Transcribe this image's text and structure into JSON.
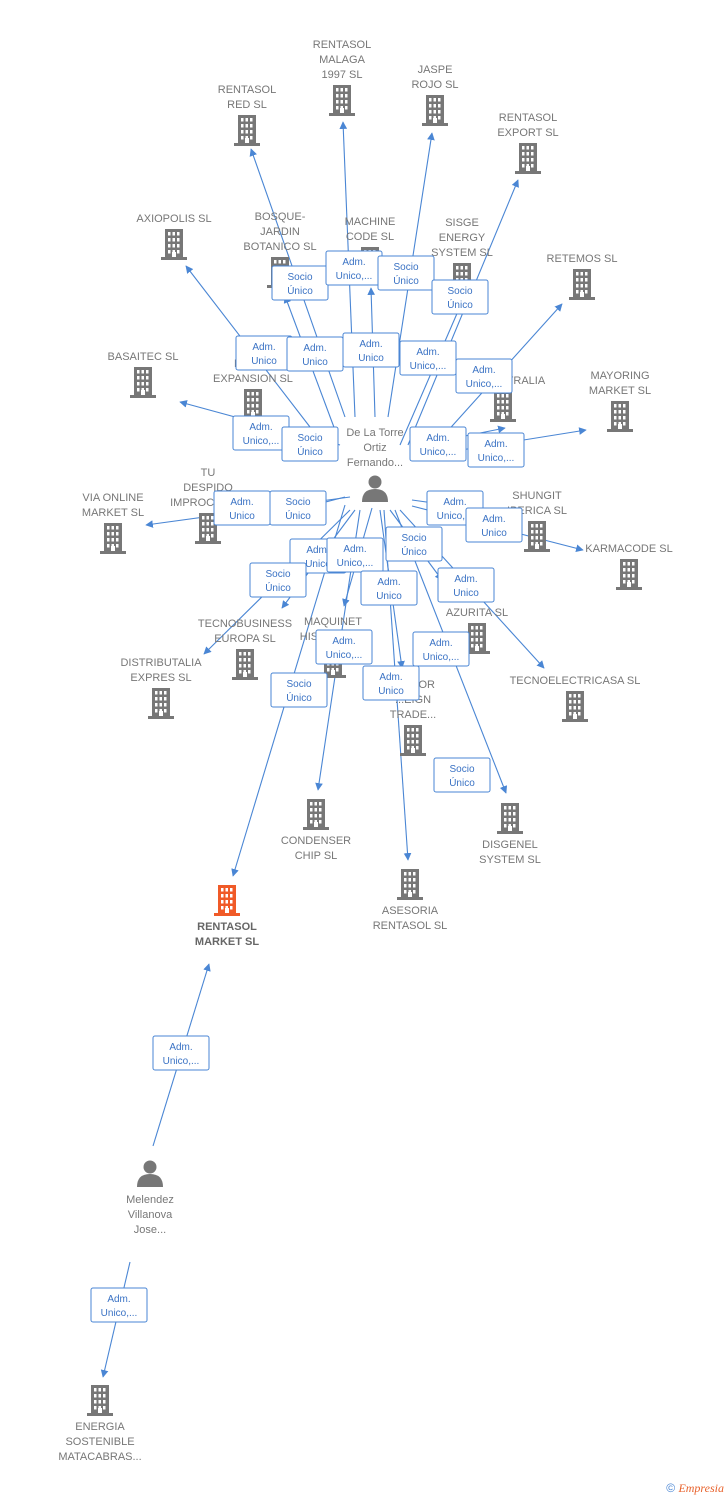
{
  "colors": {
    "edge": "#4a86d4",
    "building": "#777777",
    "focus": "#f05a28",
    "person": "#777777"
  },
  "companies": [
    {
      "id": "c_malaga",
      "lines": [
        "RENTASOL",
        "MALAGA",
        "1997  SL"
      ]
    },
    {
      "id": "c_jaspe",
      "lines": [
        "JASPE",
        "ROJO  SL"
      ]
    },
    {
      "id": "c_red",
      "lines": [
        "RENTASOL",
        "RED  SL"
      ]
    },
    {
      "id": "c_export",
      "lines": [
        "RENTASOL",
        "EXPORT  SL"
      ]
    },
    {
      "id": "c_axiopolis",
      "lines": [
        "AXIOPOLIS SL"
      ]
    },
    {
      "id": "c_bosque",
      "lines": [
        "BOSQUE-",
        "JARDIN",
        "BOTANICO SL"
      ]
    },
    {
      "id": "c_machine",
      "lines": [
        "MACHINE",
        "CODE SL"
      ]
    },
    {
      "id": "c_sisge",
      "lines": [
        "SISGE",
        "ENERGY",
        "SYSTEM  SL"
      ]
    },
    {
      "id": "c_retemos",
      "lines": [
        "RETEMOS  SL"
      ]
    },
    {
      "id": "c_basaitec",
      "lines": [
        "BASAITEC  SL"
      ]
    },
    {
      "id": "c_expansion",
      "lines": [
        "RENT...",
        "EXPANSION  SL"
      ]
    },
    {
      "id": "c_suministralia",
      "lines": [
        "SUMINISTRALIA"
      ]
    },
    {
      "id": "c_mayoring",
      "lines": [
        "MAYORING",
        "MARKET  SL"
      ]
    },
    {
      "id": "c_tudespido",
      "lines": [
        "TU",
        "DESPIDO",
        "IMPROCEDE..."
      ]
    },
    {
      "id": "c_viaonline",
      "lines": [
        "VIA ONLINE",
        "MARKET SL"
      ]
    },
    {
      "id": "c_shungit",
      "lines": [
        "SHUNGIT",
        "IBERICA  SL"
      ]
    },
    {
      "id": "c_karmacode",
      "lines": [
        "KARMACODE SL"
      ]
    },
    {
      "id": "c_tecnobusiness",
      "lines": [
        "TECNOBUSINESS",
        "EUROPA SL"
      ]
    },
    {
      "id": "c_maquinet",
      "lines": [
        "MAQUINET",
        "HISPANIA SL"
      ]
    },
    {
      "id": "c_azurita",
      "lines": [
        "...OL",
        "AZURITA  SL"
      ]
    },
    {
      "id": "c_distributalia",
      "lines": [
        "DISTRIBUTALIA",
        "EXPRES  SL"
      ]
    },
    {
      "id": "c_tecnoelectricasa",
      "lines": [
        "TECNOELECTRICASA SL"
      ]
    },
    {
      "id": "c_exterior",
      "lines": [
        "...ERIOR",
        "...EIGN",
        "TRADE..."
      ]
    },
    {
      "id": "c_condenser",
      "lines": [
        "CONDENSER",
        "CHIP SL"
      ]
    },
    {
      "id": "c_disgenel",
      "lines": [
        "DISGENEL",
        "SYSTEM  SL"
      ]
    },
    {
      "id": "c_asesoria",
      "lines": [
        "ASESORIA",
        "RENTASOL SL"
      ]
    },
    {
      "id": "c_market",
      "lines": [
        "RENTASOL",
        "MARKET  SL"
      ]
    },
    {
      "id": "c_energia",
      "lines": [
        "ENERGIA",
        "SOSTENIBLE",
        "MATACABRAS..."
      ]
    }
  ],
  "people": [
    {
      "id": "p_delatorre",
      "lines": [
        "De La Torre",
        "Ortiz",
        "Fernando..."
      ]
    },
    {
      "id": "p_melendez",
      "lines": [
        "Melendez",
        "Villanova",
        "Jose..."
      ]
    }
  ],
  "relations": [
    {
      "id": "r1",
      "lines": [
        "Socio",
        "Único"
      ]
    },
    {
      "id": "r2",
      "lines": [
        "Adm.",
        "Unico,..."
      ]
    },
    {
      "id": "r3",
      "lines": [
        "Socio",
        "Único"
      ]
    },
    {
      "id": "r4",
      "lines": [
        "Socio",
        "Único"
      ]
    },
    {
      "id": "r5",
      "lines": [
        "Adm.",
        "Unico"
      ]
    },
    {
      "id": "r6",
      "lines": [
        "Adm.",
        "Unico"
      ]
    },
    {
      "id": "r7",
      "lines": [
        "Adm.",
        "Unico"
      ]
    },
    {
      "id": "r8",
      "lines": [
        "Adm.",
        "Unico,..."
      ]
    },
    {
      "id": "r9",
      "lines": [
        "Adm.",
        "Unico,..."
      ]
    },
    {
      "id": "r10",
      "lines": [
        "Adm.",
        "Unico,..."
      ]
    },
    {
      "id": "r11",
      "lines": [
        "Socio",
        "Único"
      ]
    },
    {
      "id": "r12",
      "lines": [
        "Adm.",
        "Unico,..."
      ]
    },
    {
      "id": "r13",
      "lines": [
        "Adm.",
        "Unico,..."
      ]
    },
    {
      "id": "r14",
      "lines": [
        "Adm.",
        "Unico"
      ]
    },
    {
      "id": "r15",
      "lines": [
        "Socio",
        "Único"
      ]
    },
    {
      "id": "r16",
      "lines": [
        "Adm.",
        "Unico,..."
      ]
    },
    {
      "id": "r17",
      "lines": [
        "Adm.",
        "Unico"
      ]
    },
    {
      "id": "r18",
      "lines": [
        "Adm.",
        "Unico"
      ]
    },
    {
      "id": "r19",
      "lines": [
        "Adm.",
        "Unico,..."
      ]
    },
    {
      "id": "r20",
      "lines": [
        "Socio",
        "Único"
      ]
    },
    {
      "id": "r21",
      "lines": [
        "Socio",
        "Único"
      ]
    },
    {
      "id": "r22",
      "lines": [
        "Adm.",
        "Unico"
      ]
    },
    {
      "id": "r23",
      "lines": [
        "Adm.",
        "Unico"
      ]
    },
    {
      "id": "r24",
      "lines": [
        "Adm.",
        "Unico,..."
      ]
    },
    {
      "id": "r25",
      "lines": [
        "Adm.",
        "Unico,..."
      ]
    },
    {
      "id": "r26",
      "lines": [
        "Socio",
        "Único"
      ]
    },
    {
      "id": "r27",
      "lines": [
        "Adm.",
        "Unico"
      ]
    },
    {
      "id": "r28",
      "lines": [
        "Socio",
        "Único"
      ]
    },
    {
      "id": "r29",
      "lines": [
        "Adm.",
        "Unico,..."
      ]
    },
    {
      "id": "r30",
      "lines": [
        "Adm.",
        "Unico,..."
      ]
    }
  ],
  "footer": {
    "copyright": "©",
    "brand": "Empresia"
  }
}
